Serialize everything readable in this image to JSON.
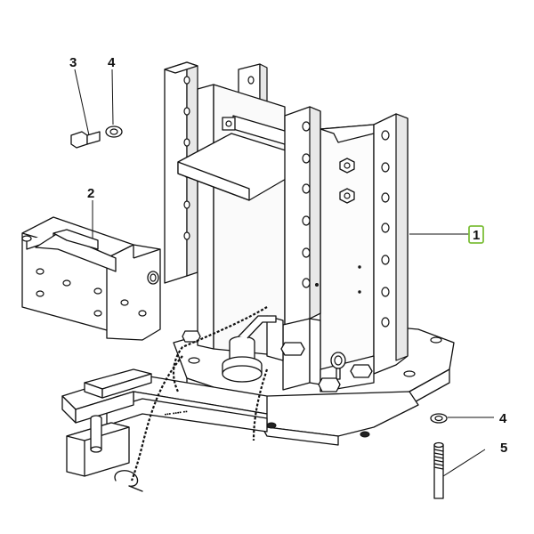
{
  "callouts": {
    "c1": "1",
    "c2": "2",
    "c3": "3",
    "c4_top": "4",
    "c4_right": "4",
    "c5": "5"
  },
  "colors": {
    "highlight_box": "#7dbf3a",
    "line": "#111111"
  }
}
